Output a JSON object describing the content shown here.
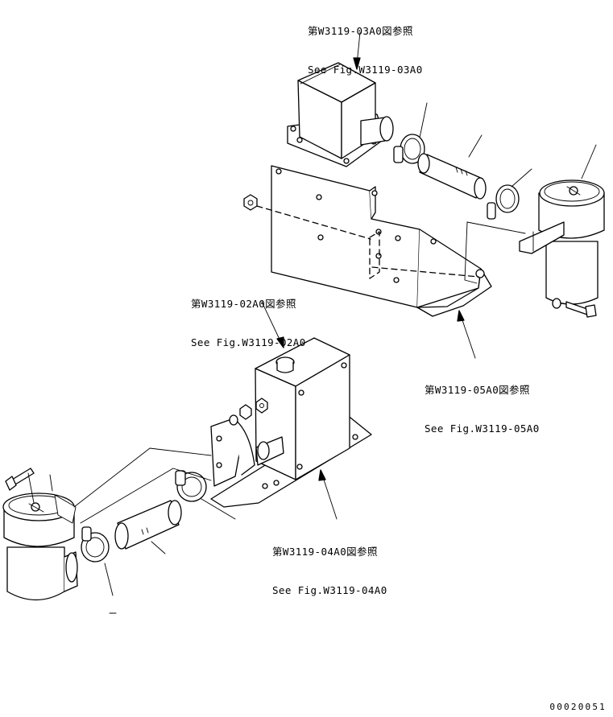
{
  "callouts": [
    {
      "jp": "第W3119-03A0図参照",
      "en": "See Fig.W3119-03A0"
    },
    {
      "jp": "第W3119-02A0図参照",
      "en": "See Fig.W3119-02A0"
    },
    {
      "jp": "第W3119-05A0図参照",
      "en": "See Fig.W3119-05A0"
    },
    {
      "jp": "第W3119-04A0図参照",
      "en": "See Fig.W3119-04A0"
    }
  ],
  "figure_number": "00020051"
}
